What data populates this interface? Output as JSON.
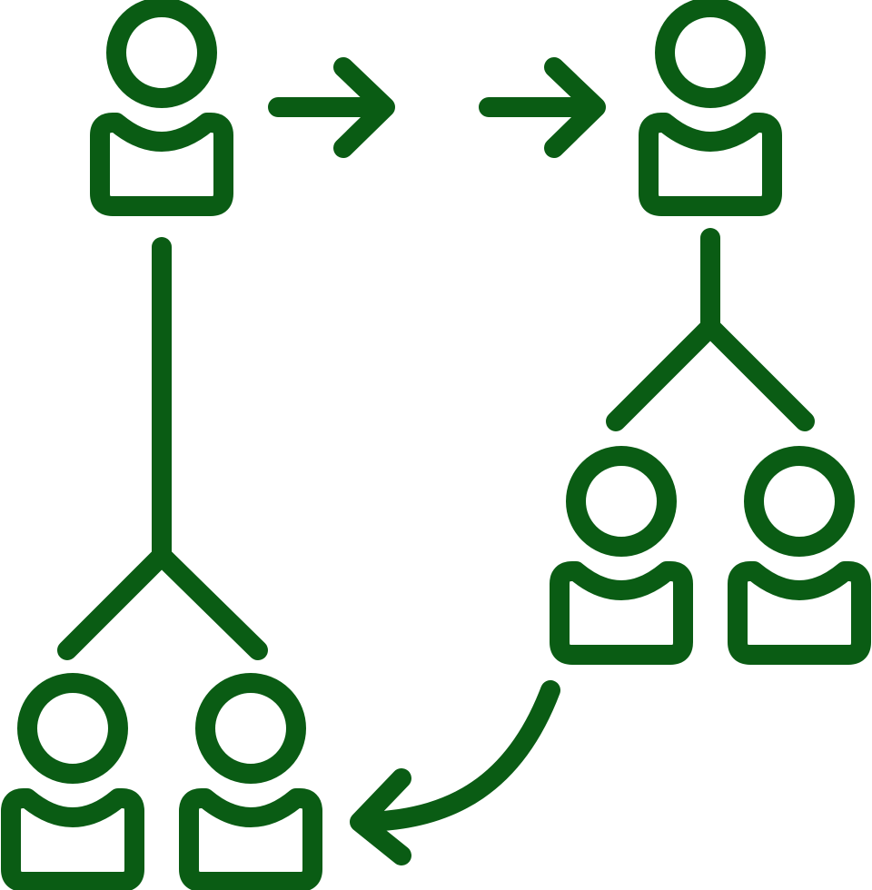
{
  "icon": "referral-network-icon",
  "colors": {
    "stroke": "#0a5c14",
    "fill_leader": "#ffffff",
    "fill_member": "#26c574",
    "background": "#ffffff"
  },
  "nodes": [
    {
      "name": "top-left-person-icon",
      "role": "leader"
    },
    {
      "name": "top-right-person-icon",
      "role": "leader"
    },
    {
      "name": "right-group-person-1-icon",
      "role": "member"
    },
    {
      "name": "right-group-person-2-icon",
      "role": "member"
    },
    {
      "name": "bottom-group-person-1-icon",
      "role": "member"
    },
    {
      "name": "bottom-group-person-2-icon",
      "role": "member"
    }
  ],
  "arrows": [
    {
      "name": "right-arrow-1-icon",
      "from": "top-left-person-icon",
      "to": "top-right-person-icon"
    },
    {
      "name": "right-arrow-2-icon",
      "from": "top-left-person-icon",
      "to": "top-right-person-icon"
    },
    {
      "name": "curved-arrow-icon",
      "from": "right-group-person-1-icon",
      "to": "bottom-group-person-2-icon"
    }
  ]
}
